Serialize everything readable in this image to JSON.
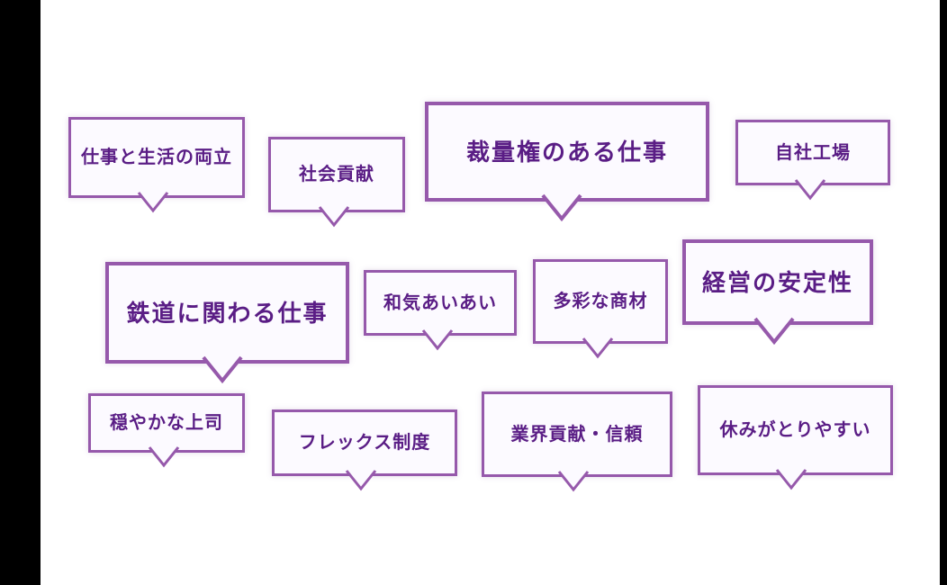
{
  "style": {
    "page_background": "#ffffff",
    "frame_color": "#000000",
    "border_color": "#9659ab",
    "text_color": "#5a1d85",
    "bubble_fill": "#fcfaff"
  },
  "bubbles": [
    {
      "label": "仕事と生活の両立",
      "emphasis": "normal"
    },
    {
      "label": "社会貢献",
      "emphasis": "normal"
    },
    {
      "label": "裁量権のある仕事",
      "emphasis": "large"
    },
    {
      "label": "自社工場",
      "emphasis": "normal"
    },
    {
      "label": "鉄道に関わる仕事",
      "emphasis": "large"
    },
    {
      "label": "和気あいあい",
      "emphasis": "normal"
    },
    {
      "label": "多彩な商材",
      "emphasis": "normal"
    },
    {
      "label": "経営の安定性",
      "emphasis": "large"
    },
    {
      "label": "穏やかな上司",
      "emphasis": "normal"
    },
    {
      "label": "フレックス制度",
      "emphasis": "normal"
    },
    {
      "label": "業界貢献・信頼",
      "emphasis": "normal"
    },
    {
      "label": "休みがとりやすい",
      "emphasis": "normal"
    }
  ]
}
